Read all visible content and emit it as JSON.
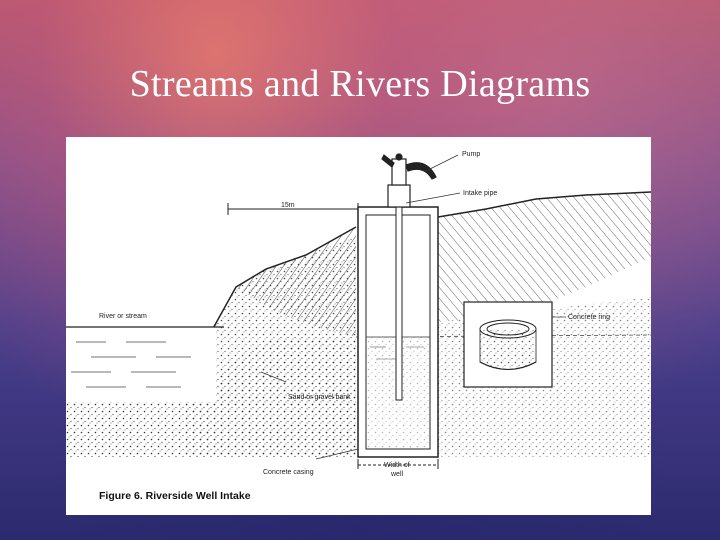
{
  "slide": {
    "title": "Streams and Rivers Diagrams"
  },
  "figure": {
    "caption": "Figure 6.  Riverside Well Intake",
    "labels": {
      "pump": "Pump",
      "intake_pipe": "Intake pipe",
      "distance": "15m",
      "river": "River or stream",
      "concrete_ring": "Concrete ring",
      "sand_bank": "Sand or gravel bank",
      "concrete_casing": "Concrete casing",
      "width_line1": "Width of",
      "width_line2": "well"
    }
  },
  "colors": {
    "title_text": "#ffffff",
    "figure_background": "#ffffff",
    "line_art": "#222222"
  }
}
